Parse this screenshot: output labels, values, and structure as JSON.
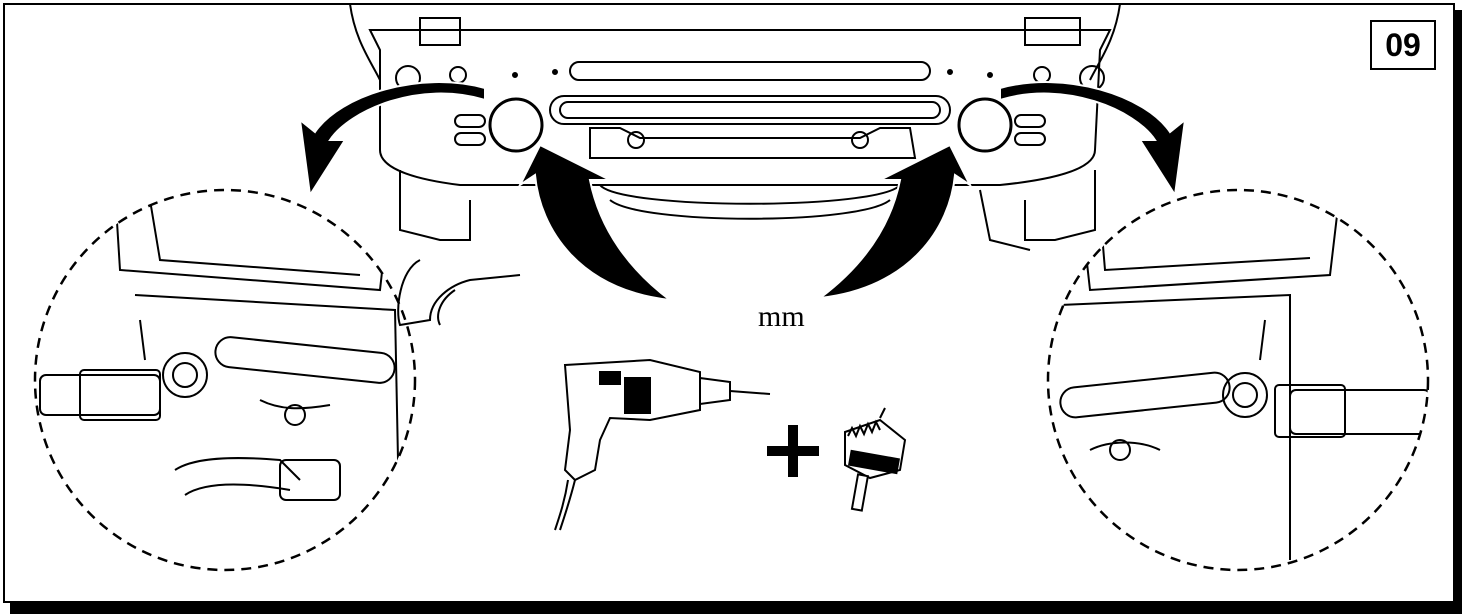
{
  "step": {
    "number": "09"
  },
  "unit": "mm",
  "icons": {
    "tool": "drill-icon",
    "bit": "hole-saw-icon",
    "join": "plus-icon",
    "motion": "curved-arrow-icon",
    "detail": "magnified-detail-circle"
  },
  "colors": {
    "ink": "#000000",
    "paper": "#ffffff"
  }
}
